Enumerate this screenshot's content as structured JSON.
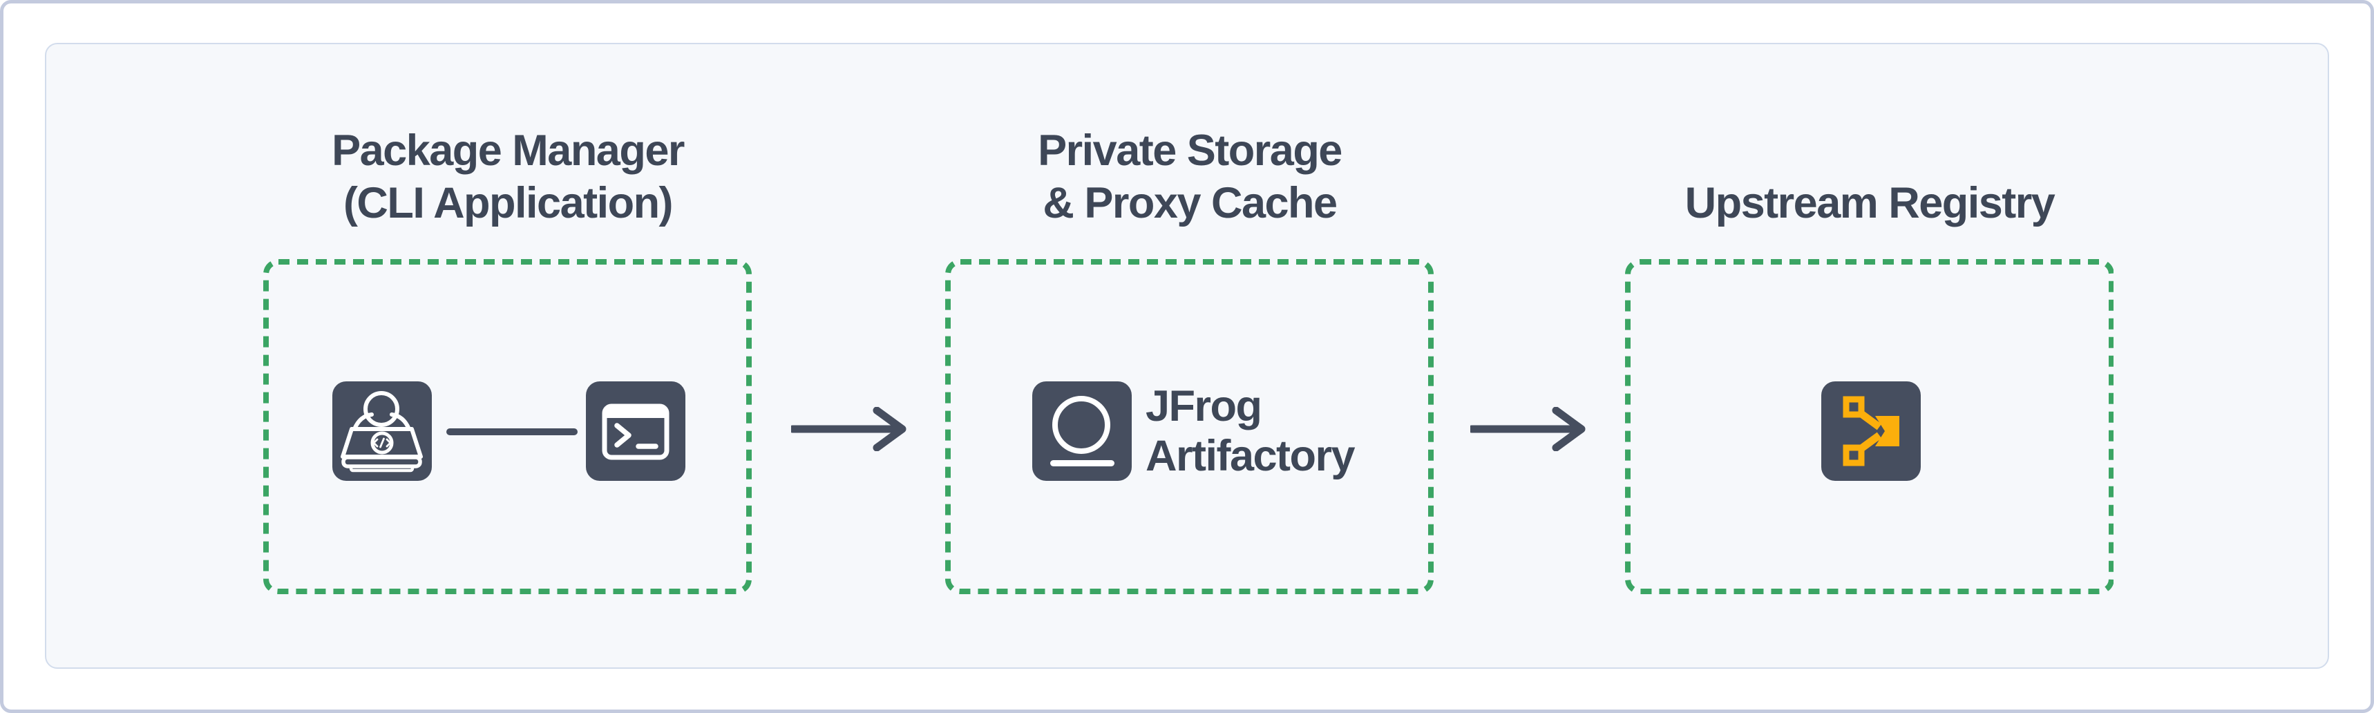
{
  "diagram_title": "Package manager to upstream registry proxy flow",
  "colors": {
    "frame_border": "#C3CADE",
    "card_bg": "#F6F8FB",
    "card_border": "#D2DCEC",
    "green": "#3BA564",
    "slate": "#464E5F",
    "text": "#3E4757",
    "orange": "#FCAF0C",
    "white": "#FFFFFF"
  },
  "groups": {
    "package_manager": {
      "title_line1": "Package Manager",
      "title_line2": "(CLI Application)"
    },
    "private_storage": {
      "title_line1": "Private Storage",
      "title_line2": "& Proxy Cache",
      "product_line1": "JFrog",
      "product_line2": "Artifactory"
    },
    "upstream_registry": {
      "title": "Upstream Registry"
    }
  },
  "icons": {
    "developer": "developer-at-laptop-icon",
    "terminal": "terminal-prompt-icon",
    "jfrog": "jfrog-artifactory-icon",
    "registry": "registry-nodes-icon",
    "arrow": "flow-arrow-icon"
  }
}
